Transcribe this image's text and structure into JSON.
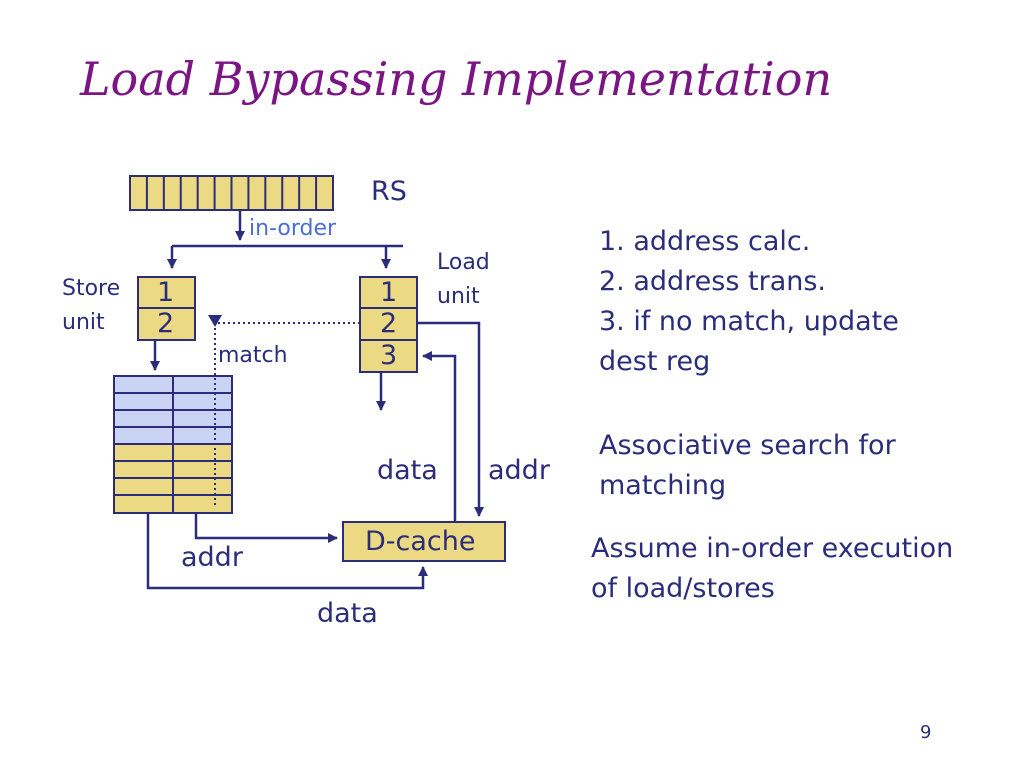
{
  "slide": {
    "title": "Load Bypassing Implementation",
    "page_number": "9"
  },
  "diagram": {
    "rs_label": "RS",
    "in_order_label": "in-order",
    "store_unit_label": [
      "Store",
      "unit"
    ],
    "load_unit_label": [
      "Load",
      "unit"
    ],
    "store_stages": [
      "1",
      "2"
    ],
    "load_stages": [
      "1",
      "2",
      "3"
    ],
    "match_label": "match",
    "data_label_load": "data",
    "addr_label_load": "addr",
    "dcache_label": "D-cache",
    "addr_label_store": "addr",
    "data_label_bottom": "data"
  },
  "notes": {
    "steps": [
      "1. address calc.",
      "2. address trans.",
      "3. if no match, update",
      "dest reg"
    ],
    "associative": [
      "Associative search for",
      "matching"
    ],
    "assume": [
      "Assume in-order execution",
      "of load/stores"
    ]
  },
  "colors": {
    "title": "#7a1583",
    "text": "#2b2d7a",
    "box_fill": "#ecd983",
    "buffer_blue": "#c9d4f5",
    "accent_in_order": "#4a6ed6"
  }
}
